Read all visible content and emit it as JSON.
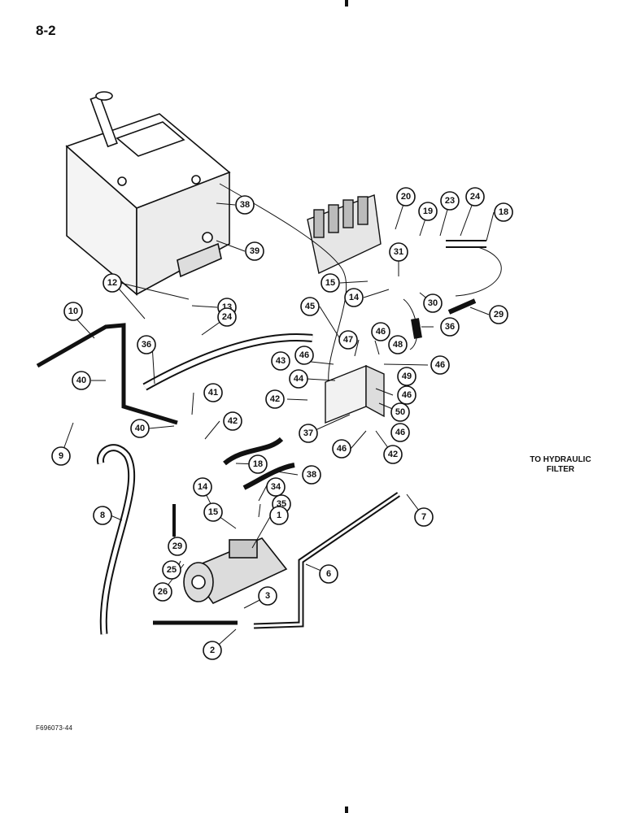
{
  "page_number": "8-2",
  "figure_code": "F696073-44",
  "note": "TO HYDRAULIC FILTER",
  "callouts": [
    {
      "id": "c38a",
      "label": "38"
    },
    {
      "id": "c39",
      "label": "39"
    },
    {
      "id": "c20",
      "label": "20"
    },
    {
      "id": "c19",
      "label": "19"
    },
    {
      "id": "c23",
      "label": "23"
    },
    {
      "id": "c24a",
      "label": "24"
    },
    {
      "id": "c18a",
      "label": "18"
    },
    {
      "id": "c31",
      "label": "31"
    },
    {
      "id": "c15a",
      "label": "15"
    },
    {
      "id": "c14a",
      "label": "14"
    },
    {
      "id": "c30",
      "label": "30"
    },
    {
      "id": "c29a",
      "label": "29"
    },
    {
      "id": "c12",
      "label": "12"
    },
    {
      "id": "c13",
      "label": "13"
    },
    {
      "id": "c10",
      "label": "10"
    },
    {
      "id": "c24b",
      "label": "24"
    },
    {
      "id": "c45",
      "label": "45"
    },
    {
      "id": "c36a",
      "label": "36"
    },
    {
      "id": "c36b",
      "label": "36"
    },
    {
      "id": "c47",
      "label": "47"
    },
    {
      "id": "c46a",
      "label": "46"
    },
    {
      "id": "c48",
      "label": "48"
    },
    {
      "id": "c46b",
      "label": "46"
    },
    {
      "id": "c46c",
      "label": "46"
    },
    {
      "id": "c43",
      "label": "43"
    },
    {
      "id": "c49",
      "label": "49"
    },
    {
      "id": "c44",
      "label": "44"
    },
    {
      "id": "c46d",
      "label": "46"
    },
    {
      "id": "c40a",
      "label": "40"
    },
    {
      "id": "c42a",
      "label": "42"
    },
    {
      "id": "c50",
      "label": "50"
    },
    {
      "id": "c41",
      "label": "41"
    },
    {
      "id": "c46e",
      "label": "46"
    },
    {
      "id": "c42b",
      "label": "42"
    },
    {
      "id": "c40b",
      "label": "40"
    },
    {
      "id": "c37",
      "label": "37"
    },
    {
      "id": "c9",
      "label": "9"
    },
    {
      "id": "c46f",
      "label": "46"
    },
    {
      "id": "c42c",
      "label": "42"
    },
    {
      "id": "c18b",
      "label": "18"
    },
    {
      "id": "c38b",
      "label": "38"
    },
    {
      "id": "c14b",
      "label": "14"
    },
    {
      "id": "c34",
      "label": "34"
    },
    {
      "id": "c7",
      "label": "7"
    },
    {
      "id": "c8",
      "label": "8"
    },
    {
      "id": "c15b",
      "label": "15"
    },
    {
      "id": "c35",
      "label": "35"
    },
    {
      "id": "c1",
      "label": "1"
    },
    {
      "id": "c29b",
      "label": "29"
    },
    {
      "id": "c25",
      "label": "25"
    },
    {
      "id": "c6",
      "label": "6"
    },
    {
      "id": "c26",
      "label": "26"
    },
    {
      "id": "c3",
      "label": "3"
    },
    {
      "id": "c2",
      "label": "2"
    }
  ]
}
